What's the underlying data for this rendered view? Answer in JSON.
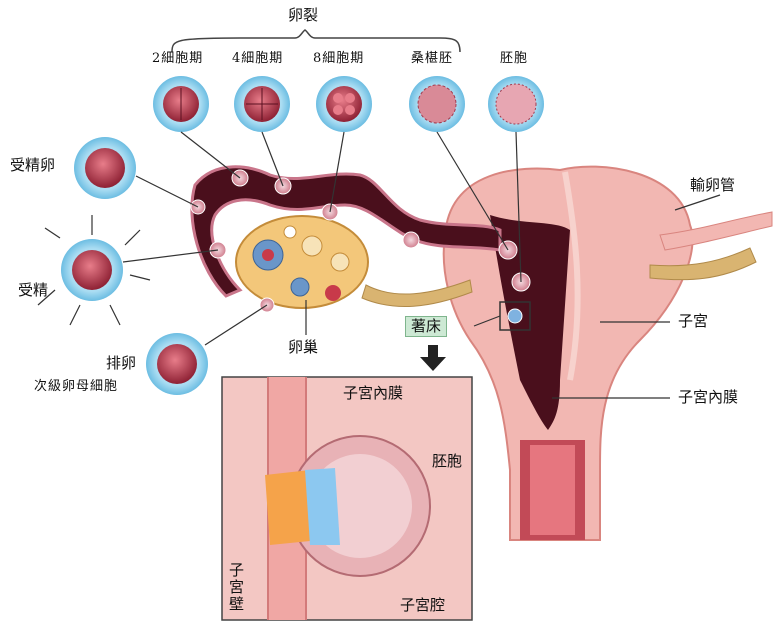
{
  "title_top": "卵裂",
  "stages": [
    "2細胞期",
    "4細胞期",
    "8細胞期",
    "桑椹胚",
    "胚胞"
  ],
  "left_labels": {
    "fertilized_egg": "受精卵",
    "fertilization": "受精",
    "ovulation": "排卵",
    "secondary_oocyte": "次級卵母細胞"
  },
  "ovary": "卵巢",
  "implantation": "著床",
  "right_labels": {
    "fallopian_tube": "輸卵管",
    "uterus": "子宮",
    "endometrium": "子宮內膜"
  },
  "inset": {
    "endometrium": "子宮內膜",
    "blastocyst": "胚胞",
    "uterine_wall": "子宮壁",
    "uterine_cavity": "子宮腔"
  },
  "colors": {
    "uterus_pink": "#f2b7b2",
    "tube_dark": "#4a0f1c",
    "cell_red": "#b83a4a",
    "halo_blue": "#9fd3ec",
    "ovary_yellow": "#f3c77a",
    "implant_badge": "#cde9d4"
  }
}
